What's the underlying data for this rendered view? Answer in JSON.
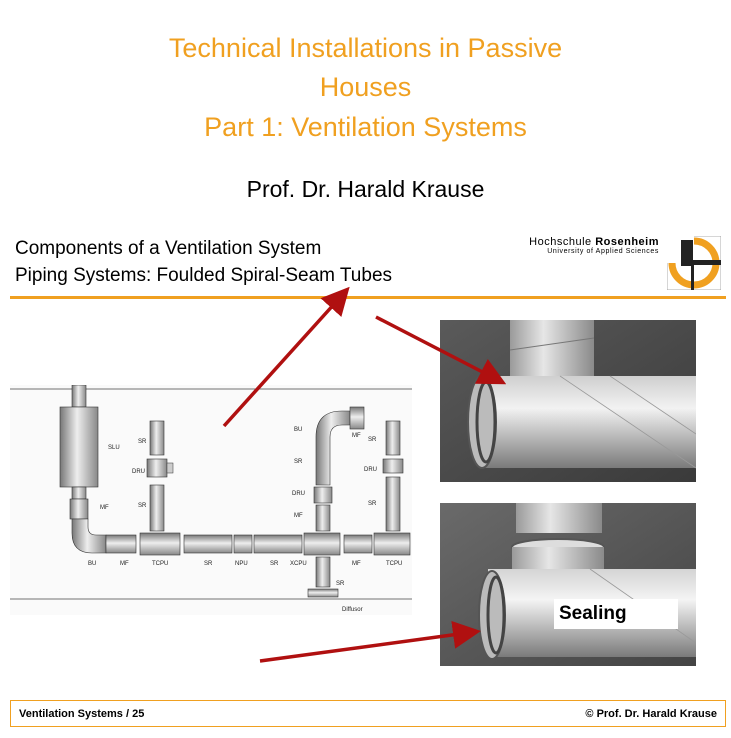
{
  "header": {
    "title_line1": "Technical Installations in Passive",
    "title_line2": "Houses",
    "title_line3": "Part 1: Ventilation Systems",
    "author": "Prof. Dr. Harald Krause"
  },
  "subtitle": {
    "line1": "Components of a Ventilation System",
    "line2": "Piping Systems: Foulded Spiral-Seam Tubes"
  },
  "logo": {
    "name_plain": "Hochschule ",
    "name_bold": "Rosenheim",
    "tagline": "University of Applied Sciences",
    "icon": "rosenheim-logo"
  },
  "diagram": {
    "labels": {
      "slu": "SLU",
      "mf": "MF",
      "bu": "BU",
      "tcpu": "TCPU",
      "sr": "SR",
      "npu": "NPU",
      "xcpu": "XCPU",
      "dru": "DRU",
      "diffusor": "Diffusor"
    }
  },
  "photo_label": "Sealing",
  "colors": {
    "accent": "#f0a020",
    "arrow": "#b01010"
  },
  "footer": {
    "left": "Ventilation Systems / 25",
    "right": "© Prof. Dr. Harald Krause"
  }
}
